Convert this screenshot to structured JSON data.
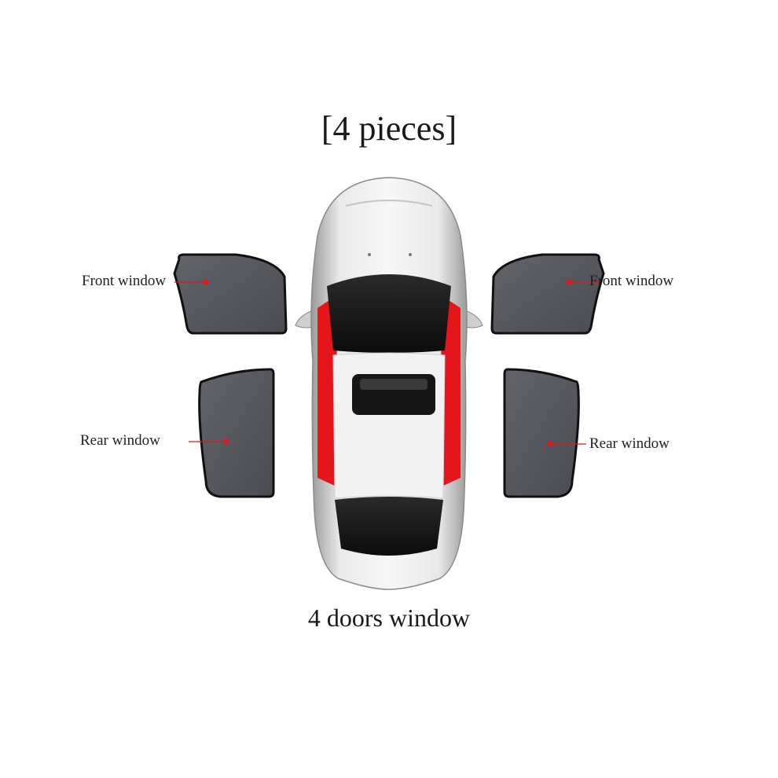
{
  "title": "[4 pieces]",
  "subtitle": "4 doors window",
  "labels": {
    "front_left": "Front window",
    "front_right": "Front window",
    "rear_left": "Rear window",
    "rear_right": "Rear window"
  },
  "colors": {
    "shade_fill": "#54565c",
    "shade_border": "#111111",
    "accent": "#e4161c",
    "car_body": "#e6e6e6"
  }
}
